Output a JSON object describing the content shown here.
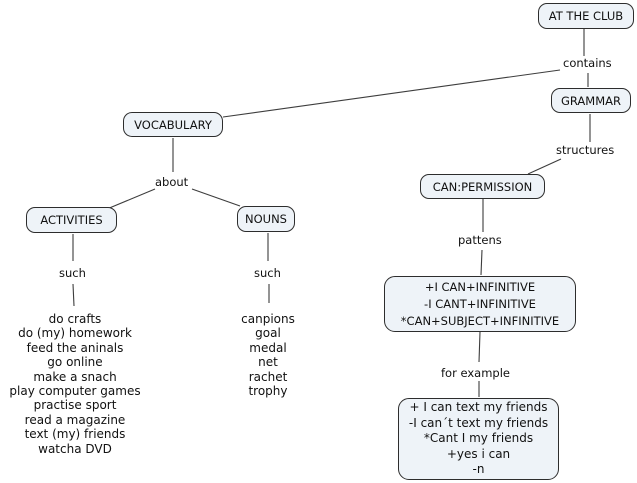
{
  "map": {
    "title": "AT THE CLUB concept map",
    "nodes": {
      "at_the_club": {
        "label": "AT THE CLUB"
      },
      "grammar": {
        "label": "GRAMMAR"
      },
      "vocabulary": {
        "label": "VOCABULARY"
      },
      "can_permission": {
        "label": "CAN:PERMISSION"
      },
      "activities": {
        "label": "ACTIVITIES"
      },
      "nouns": {
        "label": "NOUNS"
      },
      "patterns": {
        "lines": [
          "+I CAN+INFINITIVE",
          "-I CANT+INFINITIVE",
          "*CAN+SUBJECT+INFINITIVE"
        ]
      },
      "examples": {
        "lines": [
          "+ I can text my friends",
          "-I can´t text my friends",
          "*Cant I my friends",
          "+yes i can",
          "-n"
        ]
      }
    },
    "link_labels": {
      "contains": "contains",
      "structures": "structures",
      "pattens": "pattens",
      "for_example": "for example",
      "about": "about",
      "such_activities": "such",
      "such_nouns": "such"
    },
    "lists": {
      "activities_examples": [
        "do crafts",
        "do (my) homework",
        "feed the aninals",
        "go online",
        "make a snach",
        "play computer games",
        "practise sport",
        "read a magazine",
        "text (my) friends",
        "watcha DVD"
      ],
      "nouns_examples": [
        "canpions",
        "goal",
        "medal",
        "net",
        "rachet",
        "trophy"
      ]
    },
    "colors": {
      "node_fill": "#eef3f8",
      "node_border": "#2d2d2d",
      "edge": "#3d3d3d",
      "text": "#111111",
      "background": "#ffffff"
    }
  }
}
